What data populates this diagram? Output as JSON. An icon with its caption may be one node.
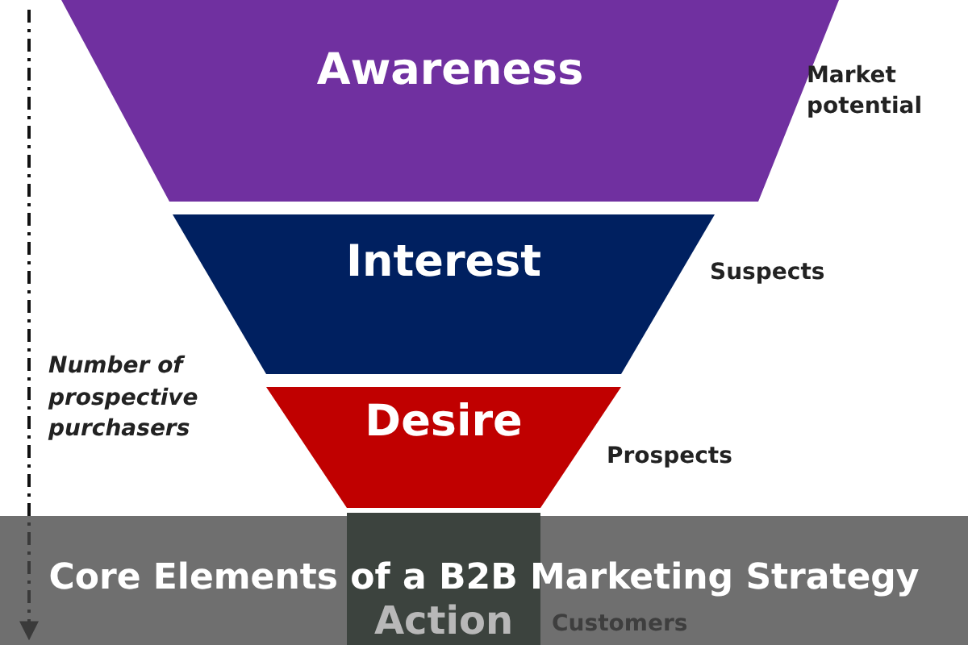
{
  "diagram": {
    "title": "Core Elements of a B2B Marketing Strategy",
    "nodes": [
      {
        "text": [
          "Awareness"
        ],
        "beside": [
          "Market potential"
        ]
      },
      {
        "text": [
          "Interest"
        ],
        "beside": [
          "Suspects"
        ]
      },
      {
        "text": [
          "Desire"
        ],
        "beside": [
          "Prospects"
        ]
      },
      {
        "text": [
          "Action"
        ],
        "beside": [
          "Customers"
        ]
      }
    ],
    "labels": [
      "Number of prospective purchasers"
    ]
  }
}
